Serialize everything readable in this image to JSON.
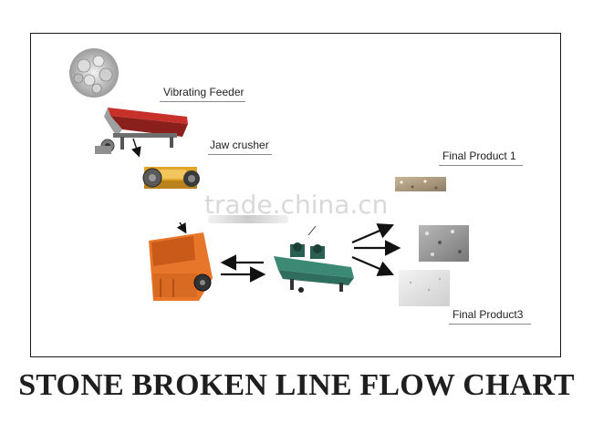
{
  "diagram": {
    "title": "STONE BROKEN LINE FLOW CHART",
    "watermark": "trade.china.cn",
    "labels": {
      "vibrating_feeder": "Vibrating Feeder",
      "jaw_crusher": "Jaw crusher",
      "final_product_1": "Final Product 1",
      "final_product_3": "Final Product3"
    },
    "colors": {
      "feeder_red": "#c8312a",
      "jaw_yellow": "#e0a62a",
      "impact_orange": "#e8762a",
      "screen_green": "#2f6e5e",
      "arrow_black": "#111111"
    }
  }
}
